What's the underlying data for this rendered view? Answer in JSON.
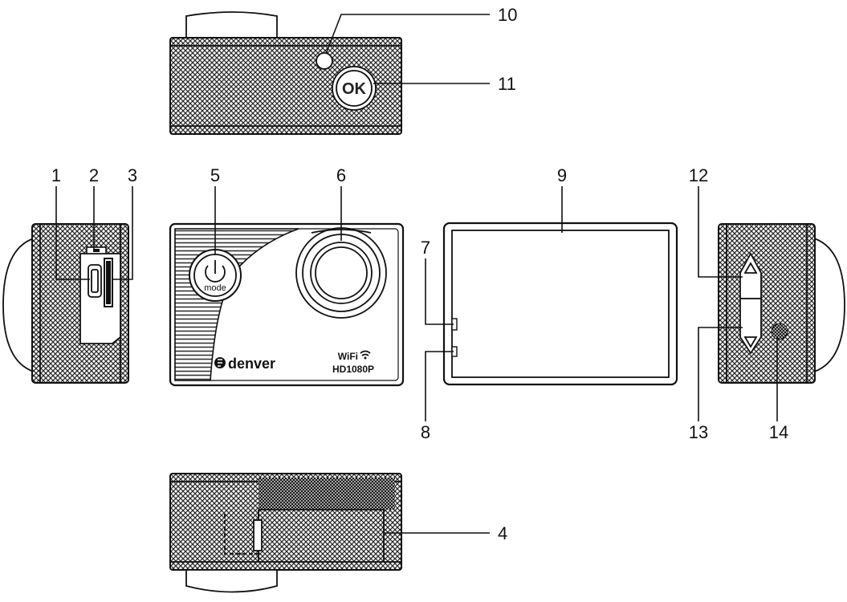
{
  "branding": {
    "brand_name": "denver",
    "wifi_label": "WiFi",
    "resolution_label": "HD1080P",
    "mode_button_label": "mode",
    "ok_button_label": "OK"
  },
  "callouts": [
    "1",
    "2",
    "3",
    "4",
    "5",
    "6",
    "7",
    "8",
    "9",
    "10",
    "11",
    "12",
    "13",
    "14"
  ]
}
